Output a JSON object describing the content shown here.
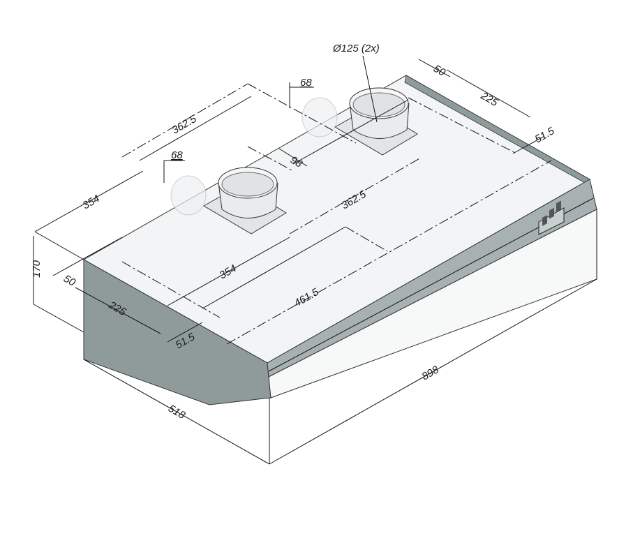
{
  "drawing": {
    "title": "Cooker hood dimension drawing",
    "colors": {
      "top_face": "#f3f4f5",
      "side_face": "#8f9b9b",
      "front_strip": "#a7b1b1",
      "lower_face": "#f7f8f8",
      "duct": "#e9ecee",
      "line": "#111111"
    },
    "labels": {
      "duct_diameter": "Ø125 (2x)",
      "back_offset_50": "50",
      "back_span_225": "225",
      "back_right_51_5": "51.5",
      "duct_height_68_rear": "68",
      "duct_spacing_362_5_top": "362.5",
      "duct_height_68_front": "68",
      "duct_offset_98": "98",
      "duct_spacing_362_5_center": "362.5",
      "left_354": "354",
      "height_170": "170",
      "front_offset_50": "50",
      "center_354": "354",
      "center_461_5": "461.5",
      "front_span_225": "225",
      "front_51_5": "51.5",
      "depth_518": "518",
      "width_898": "898"
    }
  }
}
